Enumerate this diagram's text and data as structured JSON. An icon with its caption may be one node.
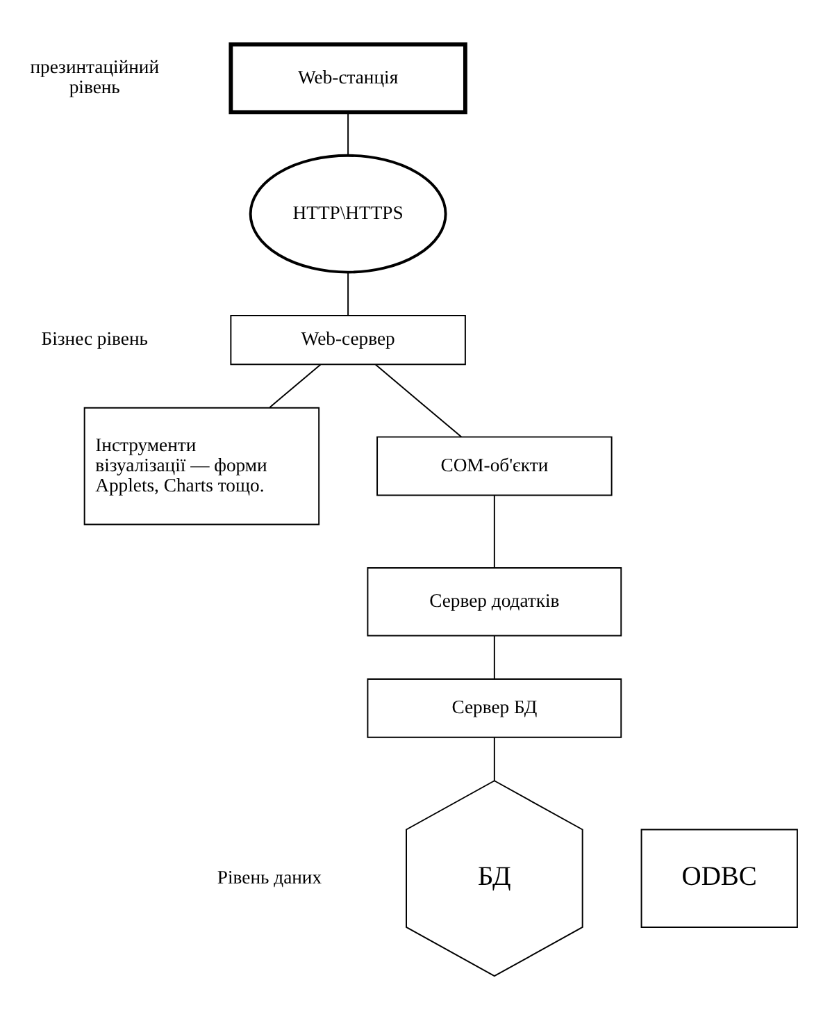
{
  "diagram": {
    "nodes": [
      {
        "text": [
          "Web-станція"
        ]
      },
      {
        "text": [
          "HTTP\\HTTPS"
        ]
      },
      {
        "text": [
          "Web-сервер"
        ]
      },
      {
        "text": [
          "Інструменти візуалізації — форми Applets, Charts тощо."
        ]
      },
      {
        "text": [
          "COM-об'єкти"
        ]
      },
      {
        "text": [
          "Сервер додатків"
        ]
      },
      {
        "text": [
          "Сервер БД"
        ]
      },
      {
        "text": [
          "БД"
        ]
      },
      {
        "text": [
          "ODBC"
        ]
      }
    ],
    "edges": [
      {
        "from": 0,
        "to": 1,
        "arrow": "none"
      },
      {
        "from": 1,
        "to": 2,
        "arrow": "none"
      },
      {
        "from": 2,
        "to": 3,
        "arrow": "none"
      },
      {
        "from": 2,
        "to": 4,
        "arrow": "none"
      },
      {
        "from": 4,
        "to": 5,
        "arrow": "none"
      },
      {
        "from": 5,
        "to": 6,
        "arrow": "none"
      },
      {
        "from": 6,
        "to": 7,
        "arrow": "none"
      }
    ],
    "labels": [
      "презинтаційний рівень",
      "Бізнес рівень",
      "Рівень даних"
    ]
  }
}
